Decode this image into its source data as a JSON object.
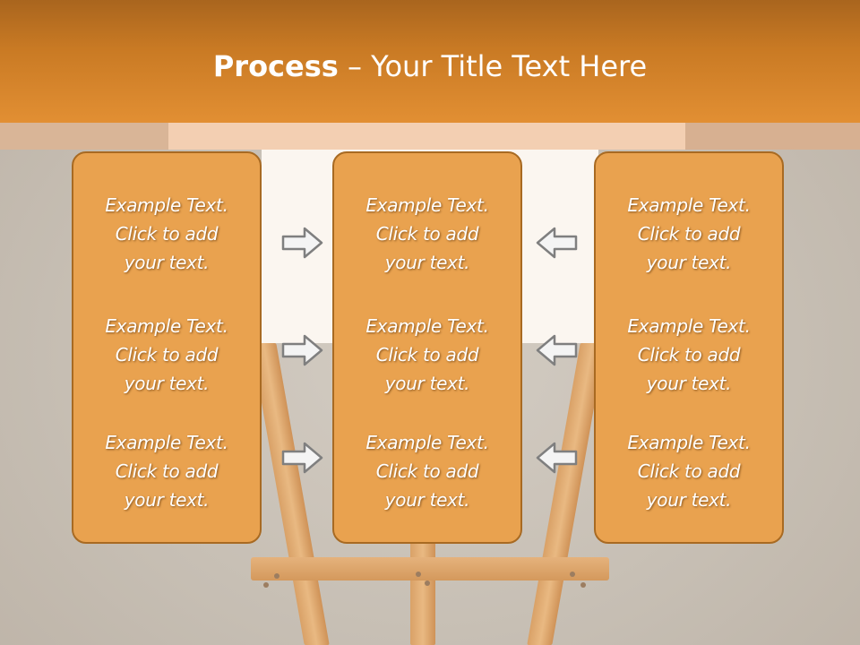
{
  "title": {
    "bold": "Process",
    "rest": " – Your Title Text Here"
  },
  "panels": [
    {
      "items": [
        {
          "line1": "Example Text.",
          "line2": "Click  to add",
          "line3": "your text."
        },
        {
          "line1": "Example Text.",
          "line2": "Click  to add",
          "line3": "your text."
        },
        {
          "line1": "Example Text.",
          "line2": "Click  to add",
          "line3": "your text."
        }
      ]
    },
    {
      "items": [
        {
          "line1": "Example Text.",
          "line2": "Click  to add",
          "line3": "your text."
        },
        {
          "line1": "Example Text.",
          "line2": "Click  to add",
          "line3": "your text."
        },
        {
          "line1": "Example Text.",
          "line2": "Click  to add",
          "line3": "your text."
        }
      ]
    },
    {
      "items": [
        {
          "line1": "Example Text.",
          "line2": "Click  to add",
          "line3": "your text."
        },
        {
          "line1": "Example Text.",
          "line2": "Click  to add",
          "line3": "your text."
        },
        {
          "line1": "Example Text.",
          "line2": "Click  to add",
          "line3": "your text."
        }
      ]
    }
  ],
  "arrows": {
    "left_column": [
      "right-arrow-icon",
      "right-arrow-icon",
      "right-arrow-icon"
    ],
    "right_column": [
      "left-arrow-icon",
      "left-arrow-icon",
      "left-arrow-icon"
    ]
  },
  "colors": {
    "header": "#e28f33",
    "panel_fill": "#e9a24f",
    "panel_border": "#a86a22",
    "text": "#ffffff",
    "arrow_fill": "#f4f4f4",
    "arrow_stroke": "#7f7f7f"
  }
}
